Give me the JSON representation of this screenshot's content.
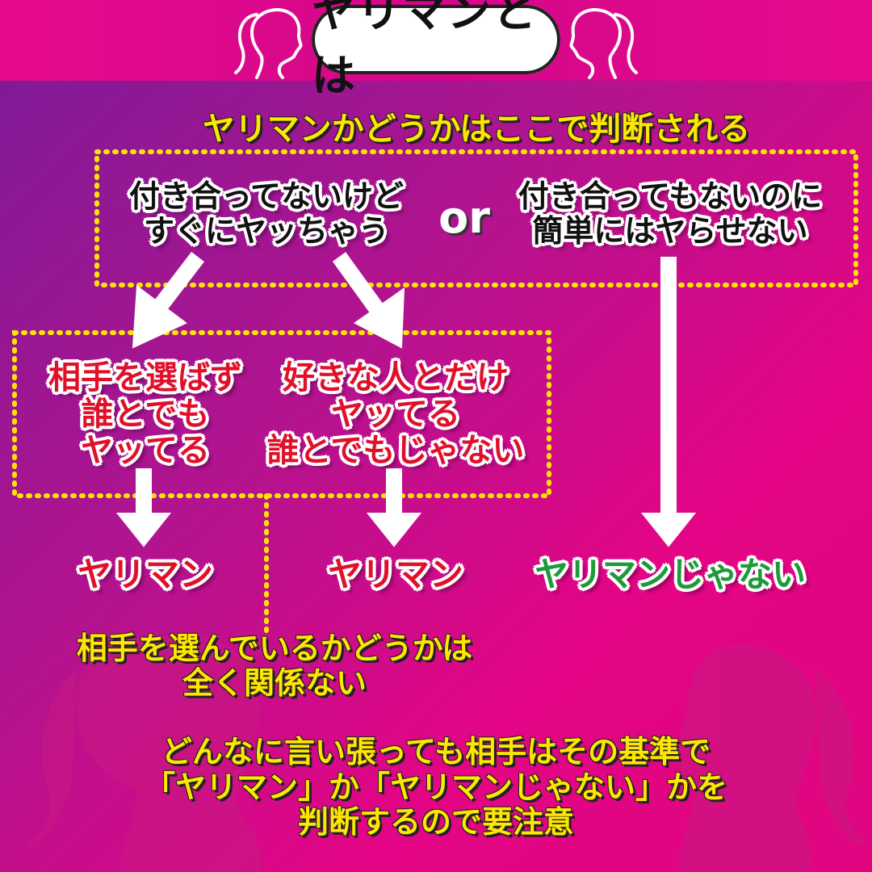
{
  "title": "ヤリマンとは",
  "question_heading": "ヤリマンかどうかはここで判断される",
  "option_left": {
    "line1": "付き合ってないけど",
    "line2": "すぐにヤッちゃう"
  },
  "or_label": "or",
  "option_right": {
    "line1": "付き合ってもないのに",
    "line2": "簡単にはヤらせない"
  },
  "case_a": {
    "line1": "相手を選ばず",
    "line2": "誰とでも",
    "line3": "ヤッてる"
  },
  "case_b": {
    "line1": "好きな人とだけ",
    "line2": "ヤッてる",
    "line3": "誰とでもじゃない"
  },
  "result_a": "ヤリマン",
  "result_b": "ヤリマン",
  "result_c": "ヤリマンじゃない",
  "note": {
    "line1": "相手を選んでいるかどうかは",
    "line2": "全く関係ない"
  },
  "conclusion": {
    "line1": "どんなに言い張っても相手はその基準で",
    "line2": "「ヤリマン」か「ヤリマンじゃない」かを",
    "line3": "判断するので要注意"
  },
  "colors": {
    "accent_yellow": "#ffe600",
    "red": "#e0102a",
    "green": "#1e9a3a",
    "pink": "#e0057f"
  },
  "icons": [
    "woman-silhouette-icon",
    "arrow-down-icon"
  ]
}
